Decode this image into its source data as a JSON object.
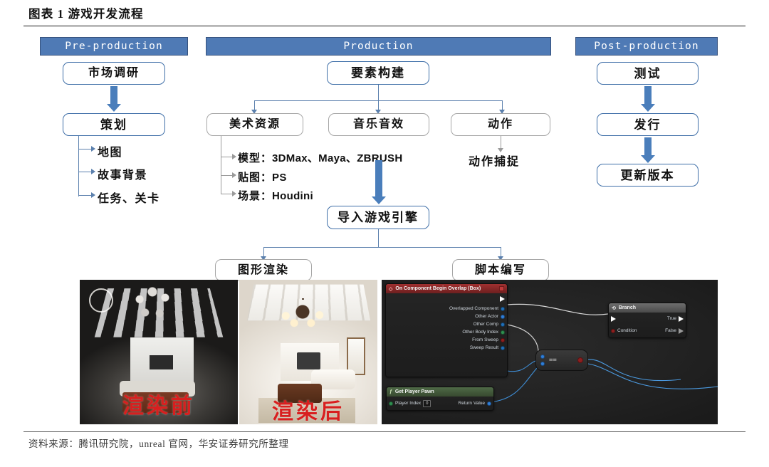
{
  "figure": {
    "title": "图表 1 游戏开发流程",
    "source": "资料来源：腾讯研究院，unreal 官网，华安证券研究所整理"
  },
  "phases": {
    "pre": {
      "label": "Pre-production"
    },
    "prod": {
      "label": "Production"
    },
    "post": {
      "label": "Post-production"
    }
  },
  "pre_production": {
    "step1": "市场调研",
    "step2": "策划",
    "bullets": [
      "地图",
      "故事背景",
      "任务、关卡"
    ]
  },
  "production": {
    "root": "要素构建",
    "branch_art": "美术资源",
    "branch_audio": "音乐音效",
    "branch_motion": "动作",
    "art_specs": [
      {
        "key": "模型：",
        "value": "3DMax、Maya、ZBRUSH"
      },
      {
        "key": "贴图：",
        "value": "PS"
      },
      {
        "key": "场景：",
        "value": "Houdini"
      }
    ],
    "motion_child": "动作捕捉",
    "engine": "导入游戏引擎",
    "leaf_render": "图形渲染",
    "leaf_script": "脚本编写"
  },
  "post_production": {
    "step1": "测试",
    "step2": "发行",
    "step3": "更新版本"
  },
  "screenshots": {
    "before_label": "渲染前",
    "after_label": "渲染后"
  },
  "blueprint": {
    "event_node": {
      "title": "On Component Begin Overlap (Box)",
      "outputs": [
        "Overlapped Component",
        "Other Actor",
        "Other Comp",
        "Other Body Index",
        "From Sweep",
        "Sweep Result"
      ]
    },
    "branch_node": {
      "title": "Branch",
      "input": "Condition",
      "out_true": "True",
      "out_false": "False"
    },
    "pawn_node": {
      "title": "Get Player Pawn",
      "input_label": "Player Index",
      "input_value": "0",
      "output_label": "Return Value"
    },
    "equal_node": {
      "glyph": "=="
    }
  },
  "colors": {
    "phase_bar_fill": "#4f7ab5",
    "phase_bar_border": "#36517c",
    "blue_border": "#3f6fa8",
    "gray_border": "#a6a6a6",
    "block_arrow": "#4a7ebb",
    "connector": "#5b80ad",
    "stamp_red": "#d81f1f"
  }
}
